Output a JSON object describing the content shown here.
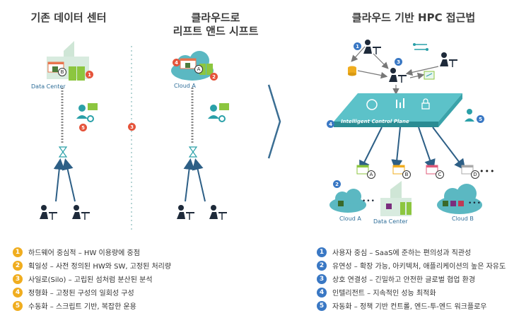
{
  "titles": {
    "legacy": "기존 데이터 센터",
    "lift_shift_line1": "클라우드로",
    "lift_shift_line2": "리프트 앤드 시프트",
    "cloud_hpc": "클라우드 기반 HPC 접근법"
  },
  "labels": {
    "data_center_left": "Data Center",
    "cloud_a_mid": "Cloud A",
    "intelligent_control_plane": "Intelligent Control Plane",
    "cloud_a_right": "Cloud A",
    "data_center_right": "Data Center",
    "cloud_b_right": "Cloud B"
  },
  "markers": {
    "dc_letter": "B",
    "mid_letter": "A",
    "right_letters": [
      "A",
      "B",
      "C",
      "D"
    ],
    "ellipsis": "•••",
    "left_badges": [
      "1",
      "5"
    ],
    "mid_badges": [
      "4",
      "2",
      "3"
    ],
    "right_badges": [
      "1",
      "3",
      "4",
      "5",
      "2"
    ]
  },
  "left_list": [
    {
      "num": "1",
      "text": "하드웨어 중심적 – HW 이용량에 중점"
    },
    {
      "num": "2",
      "text": "획일성 – 사전 정의된 HW와 SW, 고정된 처리량"
    },
    {
      "num": "3",
      "text": "사일로(Silo) – 고립된 섬처럼 분산된 분석"
    },
    {
      "num": "4",
      "text": "정형화 – 고정된 구성의 일회성 구성"
    },
    {
      "num": "5",
      "text": "수동화 – 스크립트 기반, 복잡한 운용"
    }
  ],
  "right_list": [
    {
      "num": "1",
      "text": "사용자 중심 – SaaS에 준하는 편의성과 직관성"
    },
    {
      "num": "2",
      "text": "유연성 – 확장 가능, 아키텍처, 애플리케이션의 높은 자유도"
    },
    {
      "num": "3",
      "text": "상호 연결성 – 긴밀하고 안전한 글로벌 협업 환경"
    },
    {
      "num": "4",
      "text": "인텔리전트 – 지속적인 성능 최적화"
    },
    {
      "num": "5",
      "text": "자동화 – 정책 기반 컨트롤, 엔드-투-엔드 워크플로우"
    }
  ],
  "colors": {
    "teal": "#2aa0a8",
    "green": "#8cc63f",
    "red_badge": "#e5533a",
    "orange_num": "#f0ad1f",
    "blue_num": "#3a78c4",
    "arrow": "#2d5f86"
  }
}
